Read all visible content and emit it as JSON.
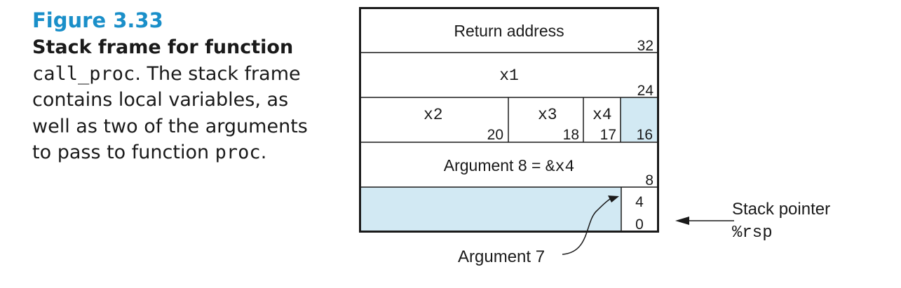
{
  "caption": {
    "figure_label": "Figure 3.33",
    "title": "Stack frame for function",
    "function_name": "call_proc",
    "text_after_function": ". The stack frame contains local variables, as well as two of the arguments to pass to function ",
    "callee_name": "proc",
    "end_period": "."
  },
  "stack_frame": {
    "return_address": "Return address",
    "return_offset": "32",
    "x1_label": "x1",
    "x1_offset": "24",
    "x2_label": "x2",
    "x2_offset": "20",
    "x3_label": "x3",
    "x3_offset": "18",
    "x4_label": "x4",
    "x4_offset": "17",
    "padding_offset": "16",
    "arg8_text": "Argument 8 = ",
    "arg8_value": "&x4",
    "arg8_offset": "8",
    "arg7_top_offset": "4",
    "arg7_bottom_offset": "0"
  },
  "annotations": {
    "argument7_label": "Argument 7",
    "stack_pointer_label": "Stack pointer",
    "register_name": "%rsp"
  },
  "colors": {
    "highlight_fill": "#d2e9f3",
    "figure_label_color": "#1a8fc9",
    "line_color": "#1a1a1a"
  }
}
